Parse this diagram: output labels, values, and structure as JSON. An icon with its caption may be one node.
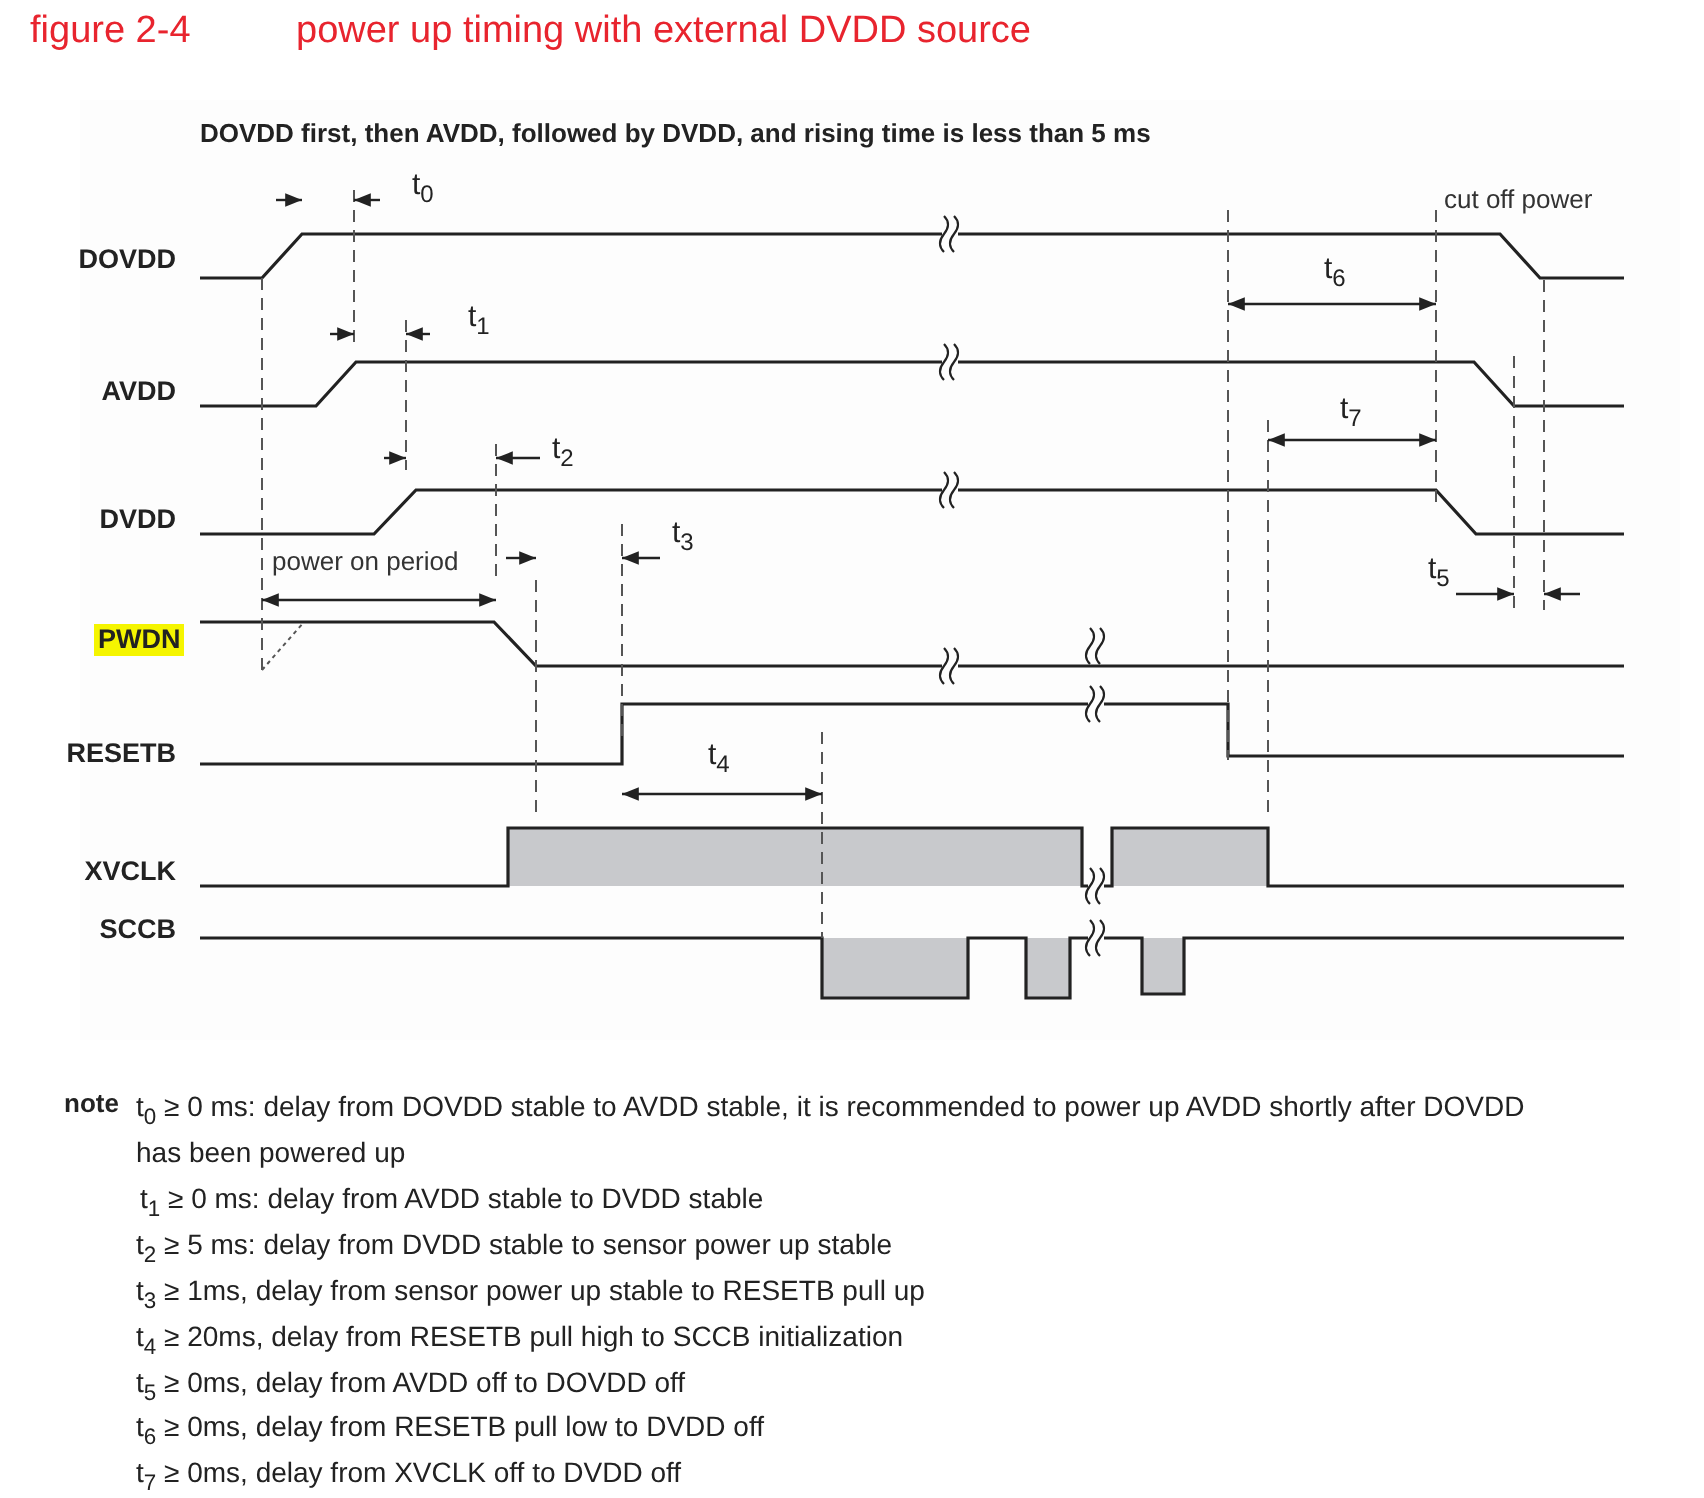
{
  "diagram": {
    "title": "power up timing with external DVDD source",
    "labels": [
      "figure 2-4",
      "DOVDD first, then AVDD, followed by DVDD, and rising time is less than 5 ms",
      "t$_{0}$",
      "cut off power",
      "DOVDD",
      "t$_{6}$",
      "t$_{1}$",
      "AVDD",
      "t$_{7}$",
      "t$_{2}$",
      "DVDD",
      "t$_{3}$",
      "power on period",
      "t$_{5}$",
      "PWDN",
      "RESETB",
      "t$_{4}$",
      "XVCLK",
      "SCCB",
      "note",
      "t$_{0}$ ≥ 0 ms: delay from DOVDD stable to AVDD stable, it is recommended to power up AVDD shortly after DOVDD has been powered up",
      "t$_{1}$ ≥ 0 ms: delay from AVDD stable to DVDD stable",
      "t$_{2}$ ≥ 5 ms: delay from DVDD stable to sensor power up stable",
      "t$_{3}$ ≥ 1ms, delay from sensor power up stable to RESETB pull up",
      "t$_{4}$ ≥ 20ms, delay from RESETB pull high to SCCB initialization",
      "t$_{5}$ ≥ 0ms, delay from AVDD off to DOVDD off",
      "t$_{6}$ ≥ 0ms, delay from RESETB pull low to DVDD off",
      "t$_{7}$ ≥ 0ms, delay from XVCLK off to DVDD off"
    ]
  }
}
